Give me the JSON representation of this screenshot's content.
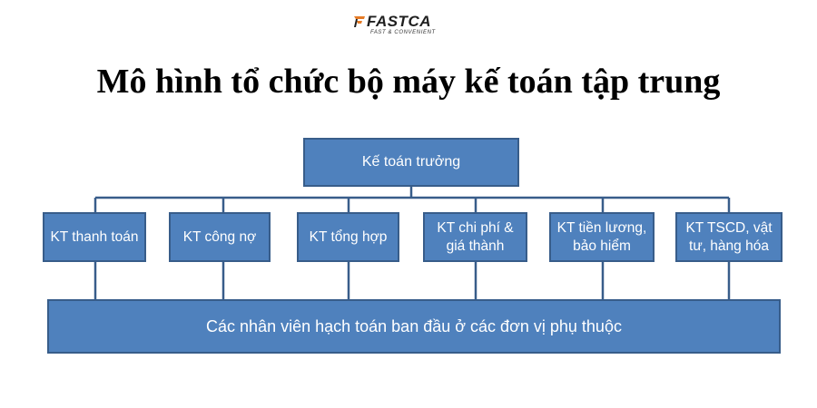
{
  "logo": {
    "brand": "FASTCA",
    "tagline": "FAST & CONVENIENT",
    "accent": "#e57a25"
  },
  "title": "Mô hình tổ chức bộ máy kế toán tập trung",
  "diagram": {
    "root": "Kế toán trưởng",
    "departments": [
      {
        "label_lines": [
          "KT thanh toán"
        ]
      },
      {
        "label_lines": [
          "KT công nợ"
        ]
      },
      {
        "label_lines": [
          "KT tổng hợp"
        ]
      },
      {
        "label_lines": [
          "KT chi phí &",
          "giá thành"
        ]
      },
      {
        "label_lines": [
          "KT tiền lương,",
          "bảo hiểm"
        ]
      },
      {
        "label_lines": [
          "KT TSCD, vật",
          "tư, hàng hóa"
        ]
      }
    ],
    "base": "Các nhân viên hạch toán ban đầu ở các đơn vị phụ thuộc"
  },
  "colors": {
    "box_fill": "#4f81bd",
    "box_border": "#385d8a",
    "connector": "#385d8a",
    "text": "#ffffff"
  }
}
